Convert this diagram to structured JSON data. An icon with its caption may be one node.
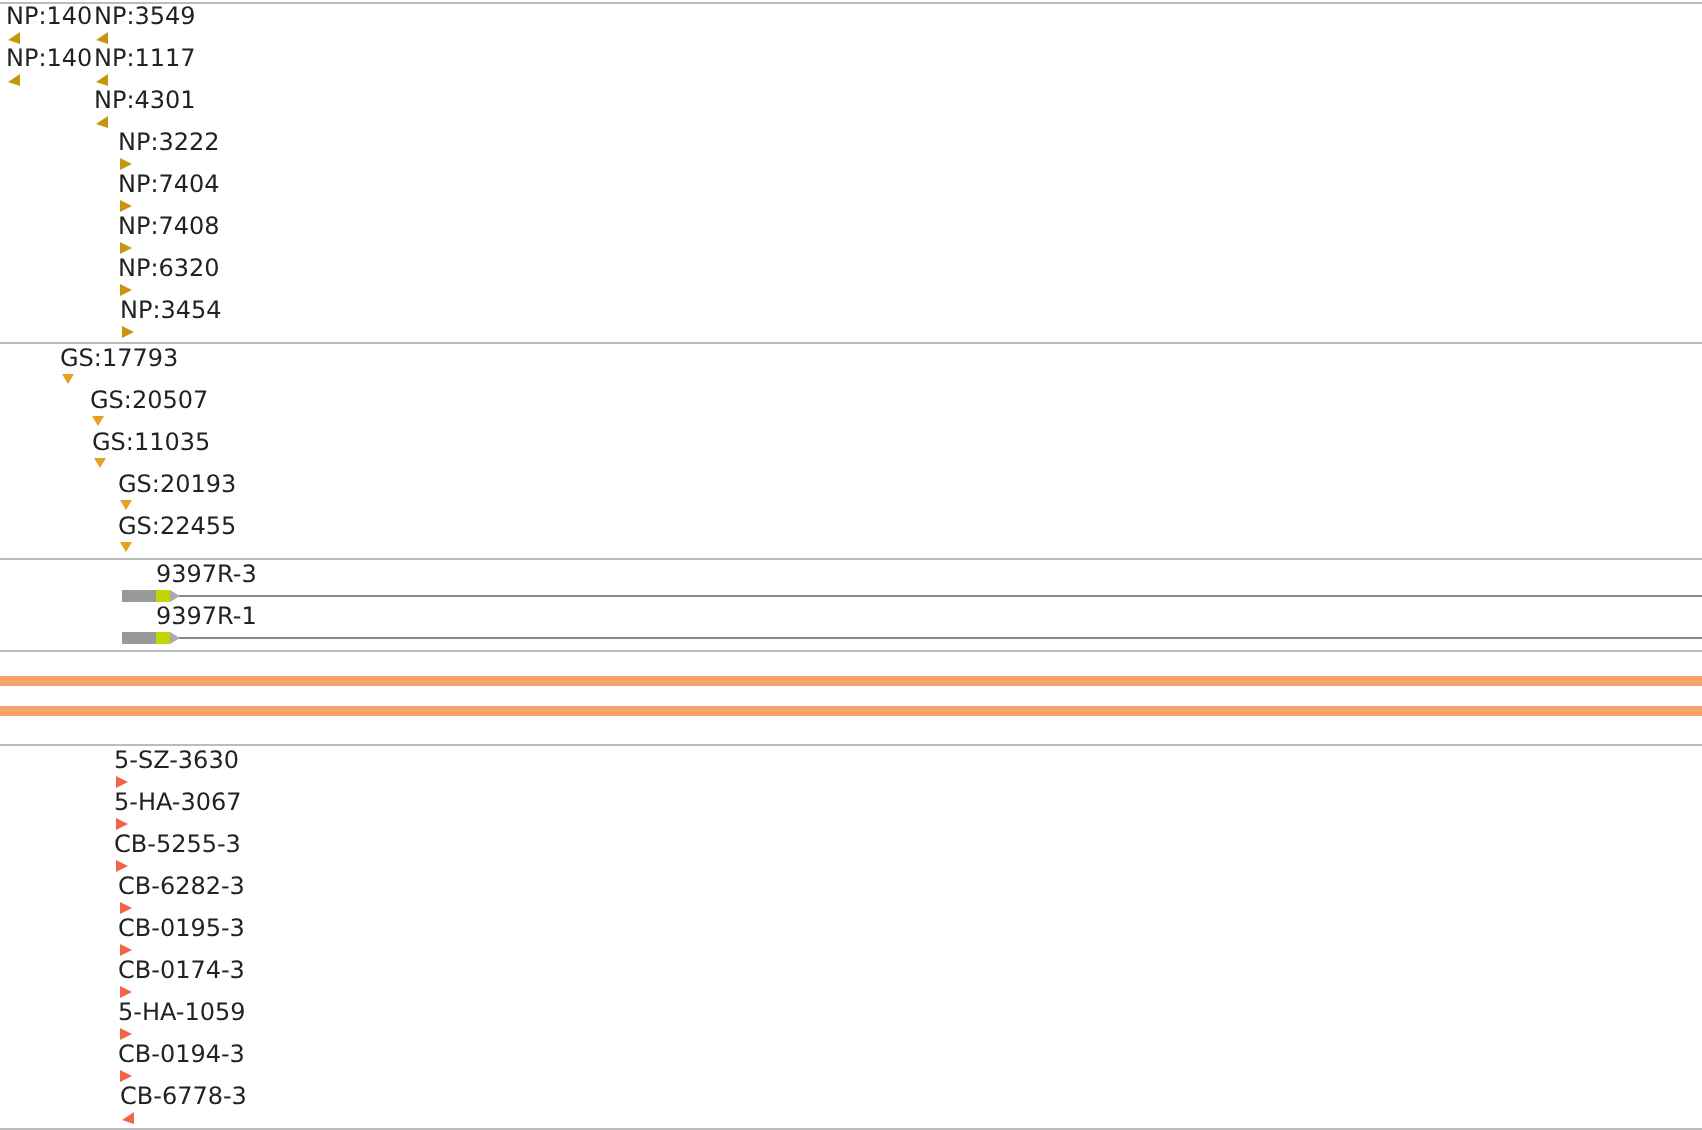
{
  "diagram": {
    "labels": [
      "NP:140",
      "NP:3549",
      "NP:140",
      "NP:1117",
      "NP:4301",
      "NP:3222",
      "NP:7404",
      "NP:7408",
      "NP:6320",
      "NP:3454",
      "GS:17793",
      "GS:20507",
      "GS:11035",
      "GS:20193",
      "GS:22455",
      "9397R-3",
      "9397R-1",
      "5-SZ-3630",
      "5-HA-3067",
      "CB-5255-3",
      "CB-6282-3",
      "CB-0195-3",
      "CB-0174-3",
      "5-HA-1059",
      "CB-0194-3",
      "CB-6778-3"
    ]
  }
}
